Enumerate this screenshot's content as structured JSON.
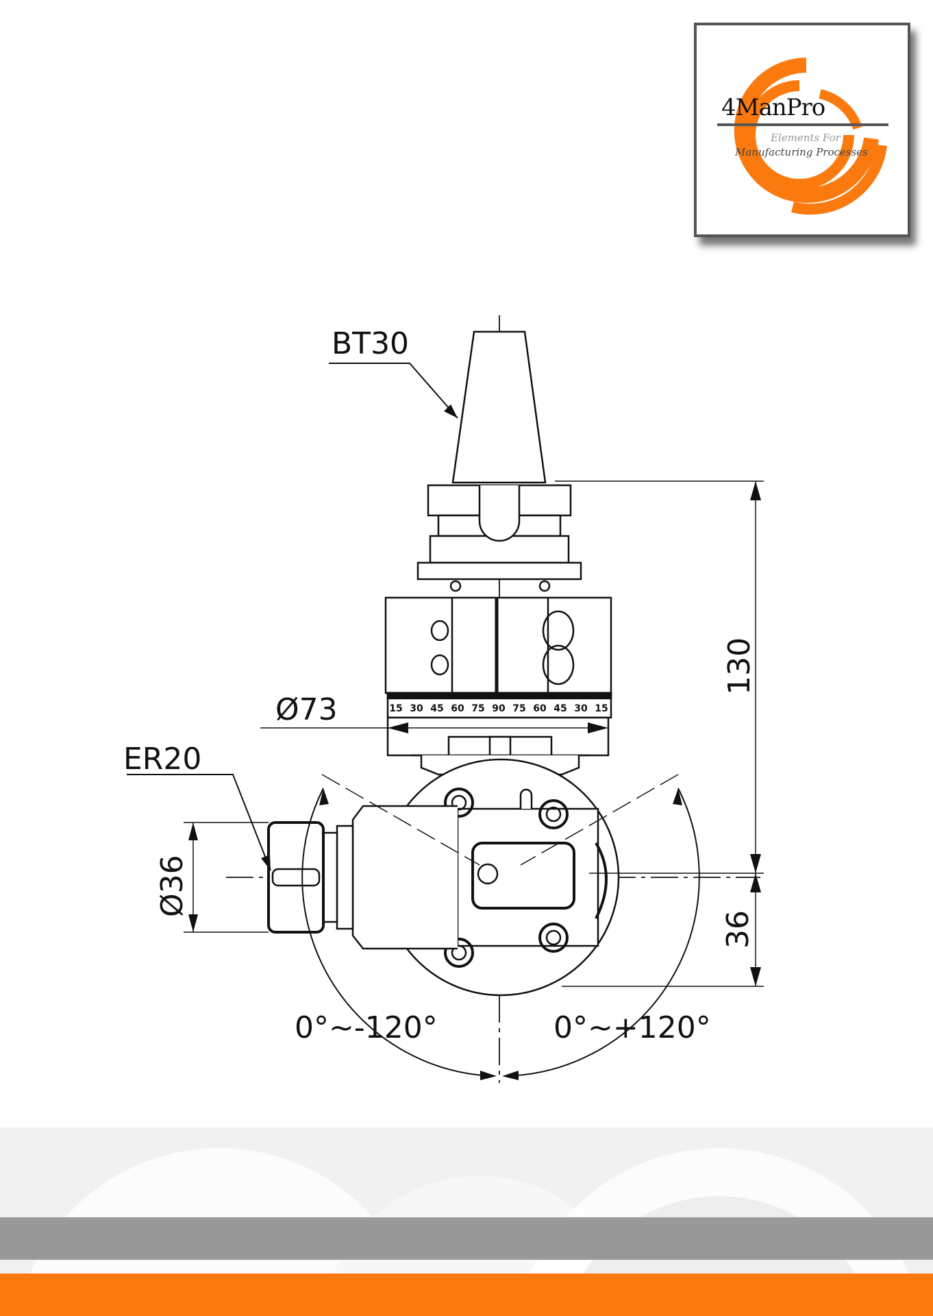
{
  "logo": {
    "name": "4ManPro",
    "tagline_1": "Elements For",
    "tagline_2": "Manufacturing Processes",
    "accent_color": "#fb7a0f"
  },
  "drawing": {
    "taper_label": "BT30",
    "collet_label": "ER20",
    "body_diameter": "Ø73",
    "collet_diameter": "Ø36",
    "total_height": "130",
    "spindle_offset": "36",
    "angle_left": "0°~-120°",
    "angle_right": "0°~+120°",
    "scale_marks": [
      "15",
      "30",
      "45",
      "60",
      "75",
      "90",
      "75",
      "60",
      "45",
      "30",
      "15"
    ]
  },
  "footer": {
    "gray_color": "#999999",
    "orange_color": "#fb7a0f"
  }
}
